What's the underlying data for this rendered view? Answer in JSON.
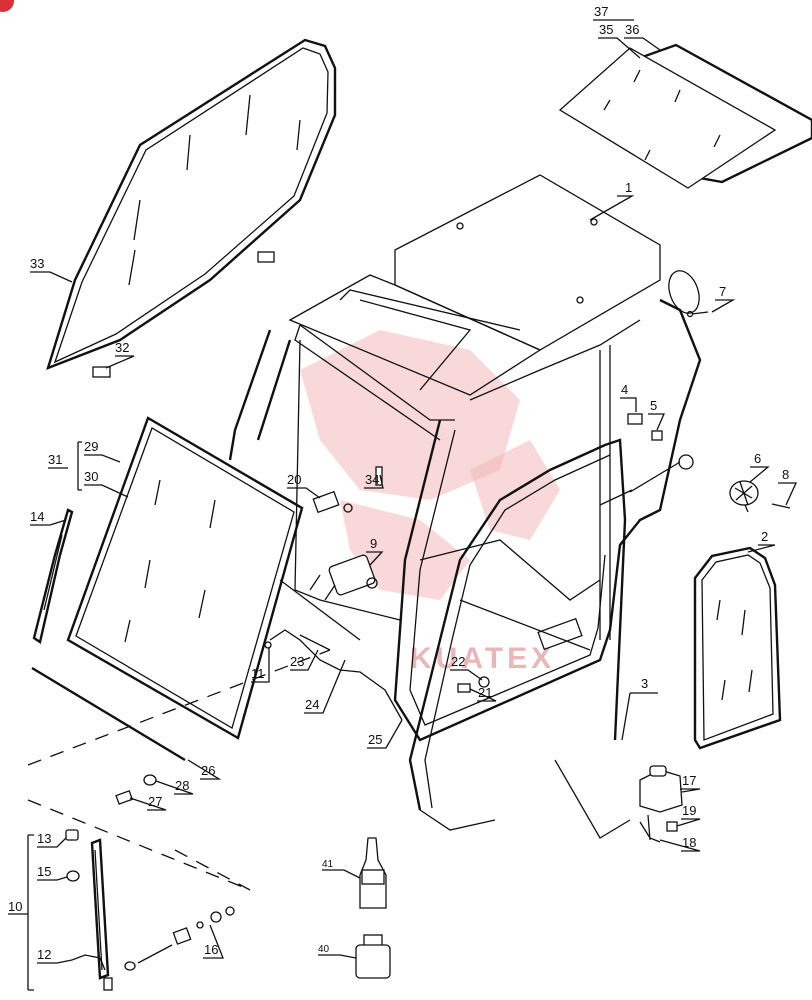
{
  "watermark": "KUATEX",
  "callouts": [
    "1",
    "2",
    "3",
    "4",
    "5",
    "6",
    "7",
    "8",
    "9",
    "10",
    "11",
    "12",
    "13",
    "14",
    "15",
    "16",
    "17",
    "18",
    "19",
    "20",
    "21",
    "22",
    "23",
    "24",
    "25",
    "26",
    "27",
    "28",
    "29",
    "30",
    "31",
    "32",
    "33",
    "34",
    "35",
    "36",
    "37",
    "40",
    "41"
  ],
  "colors": {
    "ink": "#111111",
    "watermark": "#e9a5a5",
    "badge": "#d9303a"
  }
}
